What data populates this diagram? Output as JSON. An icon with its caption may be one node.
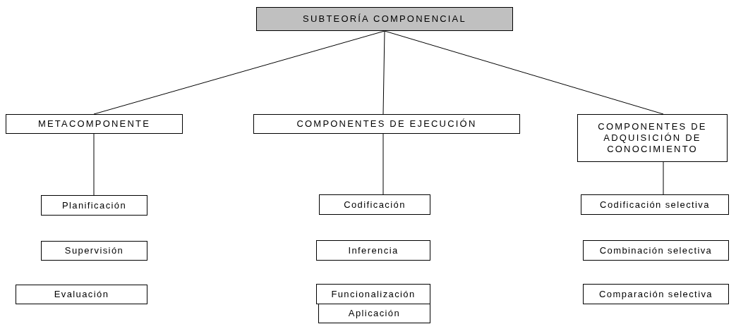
{
  "diagram": {
    "nodes": [
      {
        "text": [
          "SUBTEORÍA COMPONENCIAL"
        ]
      },
      {
        "text": [
          "METACOMPONENTE"
        ]
      },
      {
        "text": [
          "COMPONENTES DE EJECUCIÓN"
        ]
      },
      {
        "text": [
          "COMPONENTES DE ADQUISICIÓN DE CONOCIMIENTO"
        ]
      },
      {
        "text": [
          "Planificación"
        ]
      },
      {
        "text": [
          "Supervisión"
        ]
      },
      {
        "text": [
          "Evaluación"
        ]
      },
      {
        "text": [
          "Codificación"
        ]
      },
      {
        "text": [
          "Inferencia"
        ]
      },
      {
        "text": [
          "Funcionalización"
        ]
      },
      {
        "text": [
          "Aplicación"
        ]
      },
      {
        "text": [
          "Codificación selectiva"
        ]
      },
      {
        "text": [
          "Combinación selectiva"
        ]
      },
      {
        "text": [
          "Comparación selectiva"
        ]
      }
    ],
    "edges": [
      {
        "from": 0,
        "to": 1,
        "arrow": "none"
      },
      {
        "from": 0,
        "to": 2,
        "arrow": "none"
      },
      {
        "from": 0,
        "to": 3,
        "arrow": "none"
      },
      {
        "from": 1,
        "to": 4,
        "arrow": "none"
      },
      {
        "from": 2,
        "to": 7,
        "arrow": "none"
      },
      {
        "from": 3,
        "to": 11,
        "arrow": "none"
      }
    ]
  }
}
